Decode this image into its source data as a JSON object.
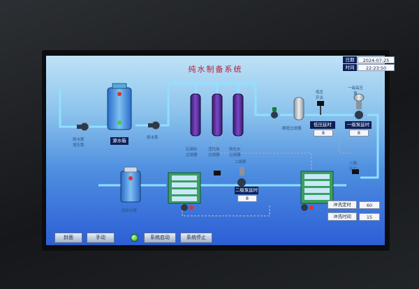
{
  "screen": {
    "title": "纯水制备系统",
    "date_label": "日期",
    "date_value": "2024-07-25",
    "time_label": "时间",
    "time_value": "22:23:50"
  },
  "components": {
    "source_pump_label": "原水泵\n增压泵",
    "source_tank_label": "源水箱",
    "raw_pump_label": "原水泵",
    "filter1_label": "石英砂\n过滤器",
    "filter2_label": "活性炭\n过滤器",
    "filter3_label": "软化水\n过滤器",
    "precision_filter_label": "精密过滤器",
    "low_pressure_label": "低压\n开关",
    "first_pump_label": "一级高压\n泵",
    "second_pump_label": "二级泵",
    "product_tank_label": "成品水箱",
    "second_pressure_label": "二级\n压力"
  },
  "delays": {
    "low_pressure_label": "低压延时",
    "low_pressure_value": "8",
    "first_pump_label": "一级泵延时",
    "first_pump_value": "8",
    "second_pump_label": "二级泵延时",
    "second_pump_value": "8"
  },
  "flush": {
    "interval_label": "冲洗定时",
    "interval_value": "60",
    "duration_label": "冲洗时间",
    "duration_value": "15"
  },
  "buttons": {
    "home": "封面",
    "manual": "手动",
    "start": "系统启动",
    "stop": "系统停止"
  },
  "colors": {
    "accent_title": "#b8203a",
    "label_bg": "#0b1f5a",
    "pipe": "#8fe0ff",
    "running": "#2a9a1d"
  }
}
